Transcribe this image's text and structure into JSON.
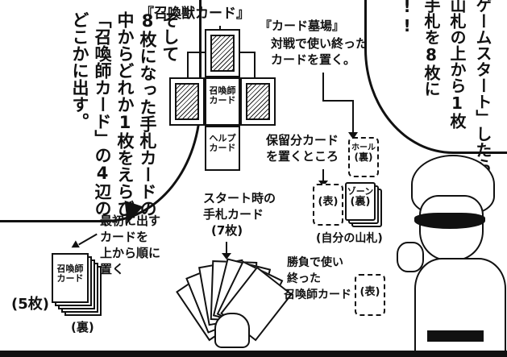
{
  "bubble_left": {
    "col1": "そして",
    "col2": "8枚になった手札カードの",
    "col3": "中からどれか1枚をえらび",
    "col4": "「召喚師カード」の4辺の",
    "col5": "どこかに出す。"
  },
  "bubble_right": {
    "col1": "ゲームスタート」したら",
    "col2": "山札の上から1枚",
    "col3": "手札を8枚に",
    "col4": "!!"
  },
  "labels": {
    "summon_beast": "『召喚獣カード』",
    "grave_title": "『カード墓場』",
    "grave_line1": "対戦で使い終った",
    "grave_line2": "カードを置く。",
    "hold_line1": "保留分カード",
    "hold_line2": "を置くところ",
    "start_hand_line1": "スタート時の",
    "start_hand_line2": "手札カード",
    "start_hand_line3": "(7枚)",
    "first_line1": "最初に出す",
    "first_line2": "カードを",
    "first_line3": "上から順に",
    "first_line4": "置く",
    "five_cards": "(5枚)",
    "back_label": "(裏)",
    "own_deck": "(自分の山札)",
    "used_line1": "勝負で使い",
    "used_line2": "終った",
    "used_line3": "召喚師カード"
  },
  "cards": {
    "summoner_line1": "召喚師",
    "summoner_line2": "カード",
    "help_line1": "ヘルプ",
    "help_line2": "カード",
    "hold_line1": "ホール",
    "hold_line2": "(裏)",
    "face_up": "(表)",
    "zone_line1": "ゾーン",
    "zone_line2": "(裏)",
    "stack_line1": "召喚師",
    "stack_line2": "カード",
    "used_face": "(表)"
  }
}
